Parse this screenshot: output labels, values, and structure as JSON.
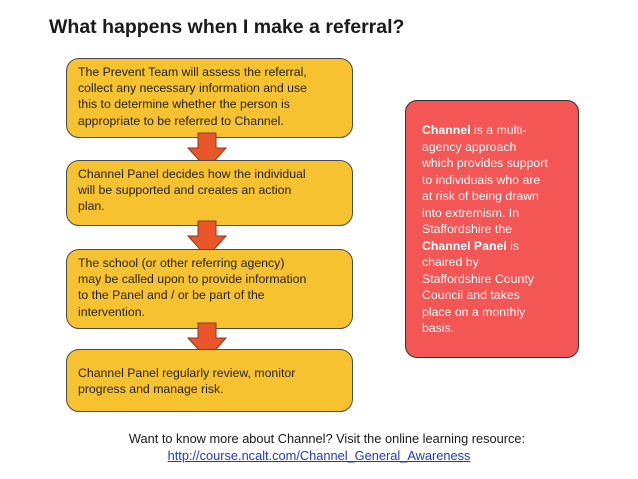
{
  "title": "What happens when I make a referral?",
  "steps": [
    {
      "text": "The Prevent Team will assess the referral,\ncollect any necessary information and use\nthis to determine whether the person is\nappropriate to be referred to Channel."
    },
    {
      "text": "Channel Panel decides how the individual\nwill be supported and creates an action\nplan."
    },
    {
      "text": "The school (or other referring agency)\nmay be called upon to provide information\nto the Panel and / or be part of the\nintervention."
    },
    {
      "text": "Channel Panel regularly review, monitor\nprogress and manage risk."
    }
  ],
  "info_box": {
    "channel_bold": "Channel",
    "text1": " is a multi-\nagency approach\nwhich provides support\nto individuals who are\nat risk of being drawn\ninto extremism. In\nStaffordshire the\n",
    "panel_bold": "Channel Panel",
    "text2": " is\nchaired by\nStaffordshire County\nCouncil and takes\nplace on a monthly\nbasis."
  },
  "footer": {
    "line1": "Want to know more about Channel? Visit the online learning resource:",
    "link": "http://course.ncalt.com/Channel_General_Awareness"
  },
  "colors": {
    "step_fill": "#f7c22f",
    "arrow_fill": "#e8562a",
    "info_fill": "#f45555",
    "link": "#1f39c9"
  }
}
